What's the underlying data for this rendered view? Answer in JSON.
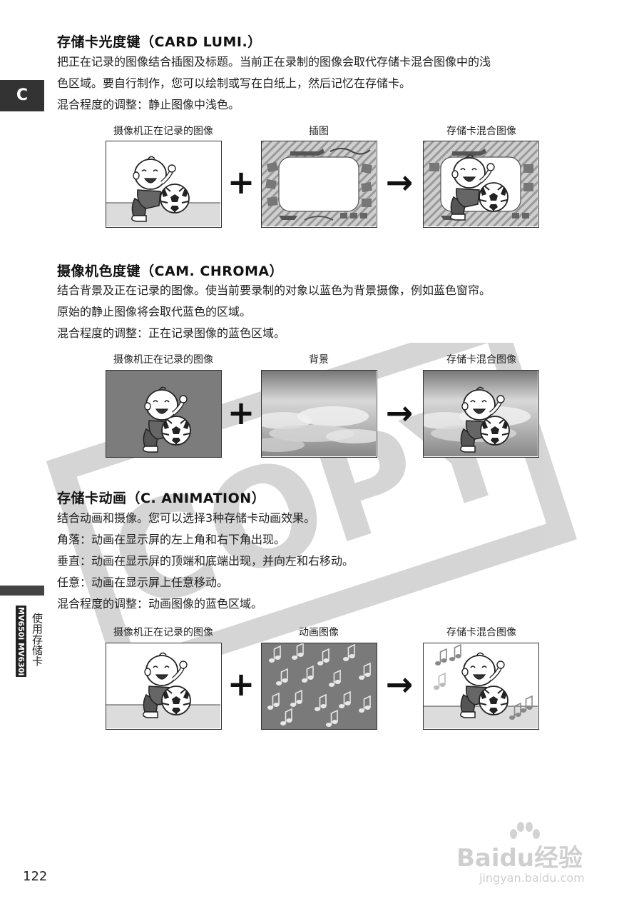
{
  "side_tab": {
    "letter": "C"
  },
  "side_label": {
    "models": "MV650i MV630i",
    "section": "使用存储卡"
  },
  "page_number": "122",
  "watermark": {
    "copy": "COPY",
    "brand": "Baidu经验",
    "url": "jingyan.baidu.com"
  },
  "sections": [
    {
      "title": "存储卡光度键（CARD LUMI.）",
      "lines": [
        "把正在记录的图像结合插图及标题。当前正在录制的图像会取代存储卡混合图像中的浅",
        "色区域。要自行制作，您可以绘制或写在白纸上，然后记忆在存储卡。",
        "混合程度的调整：静止图像中浅色。"
      ],
      "captions": [
        "摄像机正在记录的图像",
        "插图",
        "存储卡混合图像"
      ],
      "operators": [
        "+",
        "→"
      ]
    },
    {
      "title": "摄像机色度键（CAM. CHROMA）",
      "lines": [
        "结合背景及正在记录的图像。使当前要录制的对象以蓝色为背景摄像，例如蓝色窗帘。",
        "原始的静止图像将会取代蓝色的区域。",
        "混合程度的调整：正在记录图像的蓝色区域。"
      ],
      "captions": [
        "摄像机正在记录的图像",
        "背景",
        "存储卡混合图像"
      ],
      "operators": [
        "+",
        "→"
      ]
    },
    {
      "title": "存储卡动画（C. ANIMATION）",
      "lines": [
        "结合动画和摄像。您可以选择3种存储卡动画效果。",
        "角落：动画在显示屏的左上角和右下角出现。",
        "垂直：动画在显示屏的顶端和底端出现，并向左和右移动。",
        "任意：动画在显示屏上任意移动。",
        "混合程度的调整：动画图像的蓝色区域。"
      ],
      "captions": [
        "摄像机正在记录的图像",
        "动画图像",
        "存储卡混合图像"
      ],
      "operators": [
        "+",
        "→"
      ]
    }
  ]
}
